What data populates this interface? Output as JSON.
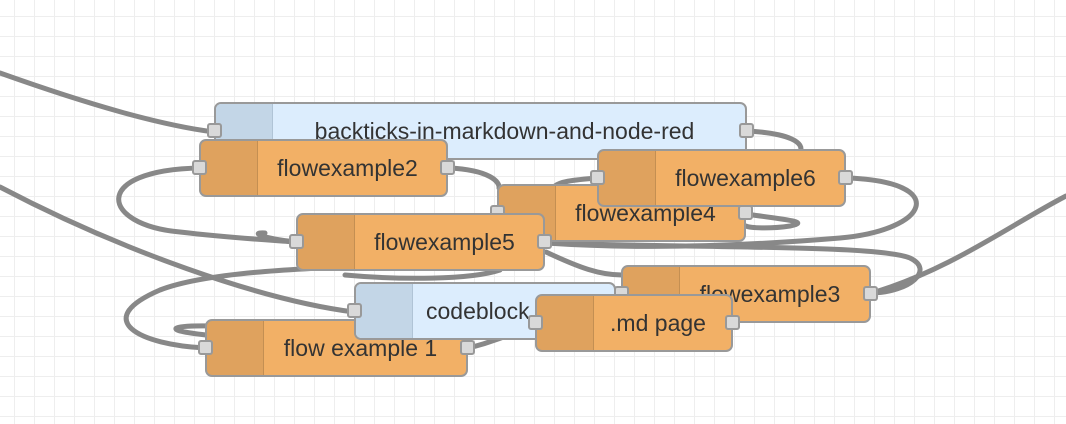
{
  "canvas": {
    "grid": true,
    "background": "#ffffff",
    "grid_color": "#eeeeee"
  },
  "colors": {
    "function_node": "#f2b066",
    "comment_node": "#dcedfd",
    "wire": "#888888",
    "port": "#d9d9d9",
    "border": "#999999"
  },
  "nodes": [
    {
      "id": "n-backticks",
      "label": "backticks-in-markdown-and-node-red",
      "kind": "comment"
    },
    {
      "id": "n-flowexample2",
      "label": "flowexample2",
      "kind": "function"
    },
    {
      "id": "n-flowexample4",
      "label": "flowexample4",
      "kind": "function"
    },
    {
      "id": "n-flowexample6",
      "label": "flowexample6",
      "kind": "function"
    },
    {
      "id": "n-flowexample5",
      "label": "flowexample5",
      "kind": "function"
    },
    {
      "id": "n-flowexample3",
      "label": "flowexample3",
      "kind": "function"
    },
    {
      "id": "n-codeblock",
      "label": "codeblock",
      "kind": "comment"
    },
    {
      "id": "n-flowexample1",
      "label": "flow example 1",
      "kind": "function"
    },
    {
      "id": "n-mdpage",
      "label": ".md page",
      "kind": "function"
    }
  ]
}
